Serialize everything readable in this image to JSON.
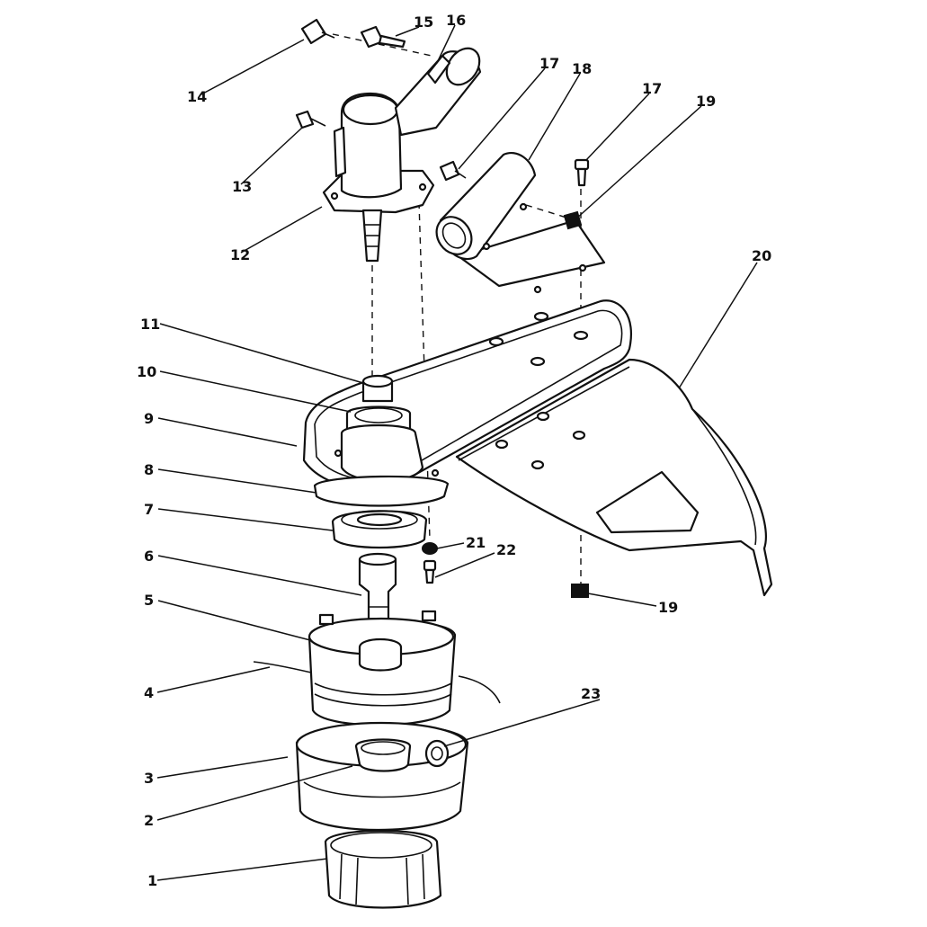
{
  "callouts": [
    {
      "id": "c1",
      "label": "1"
    },
    {
      "id": "c2",
      "label": "2"
    },
    {
      "id": "c3",
      "label": "3"
    },
    {
      "id": "c4",
      "label": "4"
    },
    {
      "id": "c5",
      "label": "5"
    },
    {
      "id": "c6",
      "label": "6"
    },
    {
      "id": "c7",
      "label": "7"
    },
    {
      "id": "c8",
      "label": "8"
    },
    {
      "id": "c9",
      "label": "9"
    },
    {
      "id": "c10",
      "label": "10"
    },
    {
      "id": "c11",
      "label": "11"
    },
    {
      "id": "c12",
      "label": "12"
    },
    {
      "id": "c13",
      "label": "13"
    },
    {
      "id": "c14",
      "label": "14"
    },
    {
      "id": "c15",
      "label": "15"
    },
    {
      "id": "c16",
      "label": "16"
    },
    {
      "id": "c17a",
      "label": "17"
    },
    {
      "id": "c18",
      "label": "18"
    },
    {
      "id": "c17b",
      "label": "17"
    },
    {
      "id": "c19a",
      "label": "19"
    },
    {
      "id": "c20",
      "label": "20"
    },
    {
      "id": "c21",
      "label": "21"
    },
    {
      "id": "c22",
      "label": "22"
    },
    {
      "id": "c19b",
      "label": "19"
    },
    {
      "id": "c23",
      "label": "23"
    }
  ]
}
